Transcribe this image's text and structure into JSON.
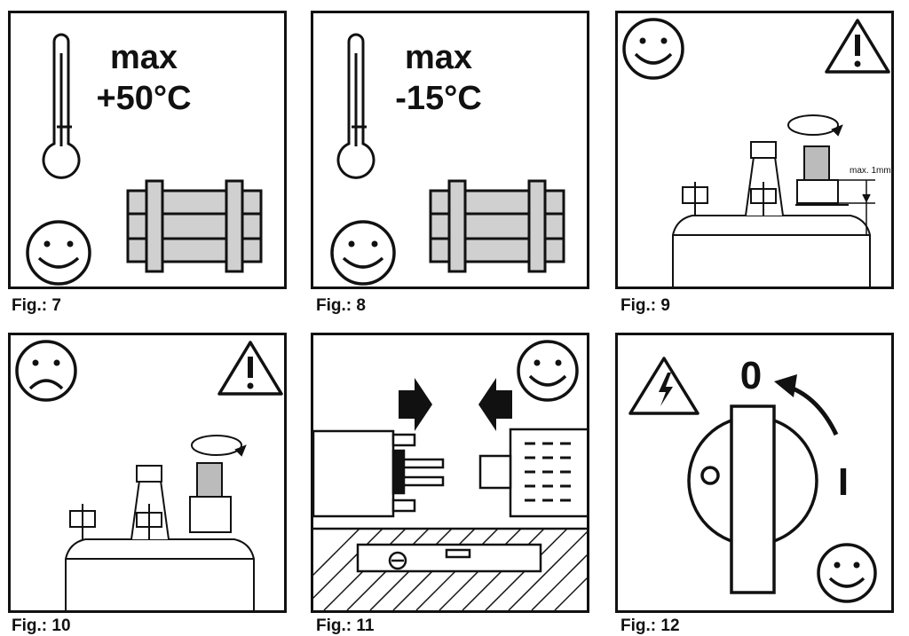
{
  "figures": [
    {
      "caption": "Fig.: 7",
      "line1": "max",
      "line2": "+50°C"
    },
    {
      "caption": "Fig.: 8",
      "line1": "max",
      "line2": "-15°C"
    },
    {
      "caption": "Fig.: 9",
      "note": "max. 1mm"
    },
    {
      "caption": "Fig.: 10"
    },
    {
      "caption": "Fig.: 11"
    },
    {
      "caption": "Fig.: 12",
      "pos_off": "0",
      "pos_on": "I"
    }
  ]
}
